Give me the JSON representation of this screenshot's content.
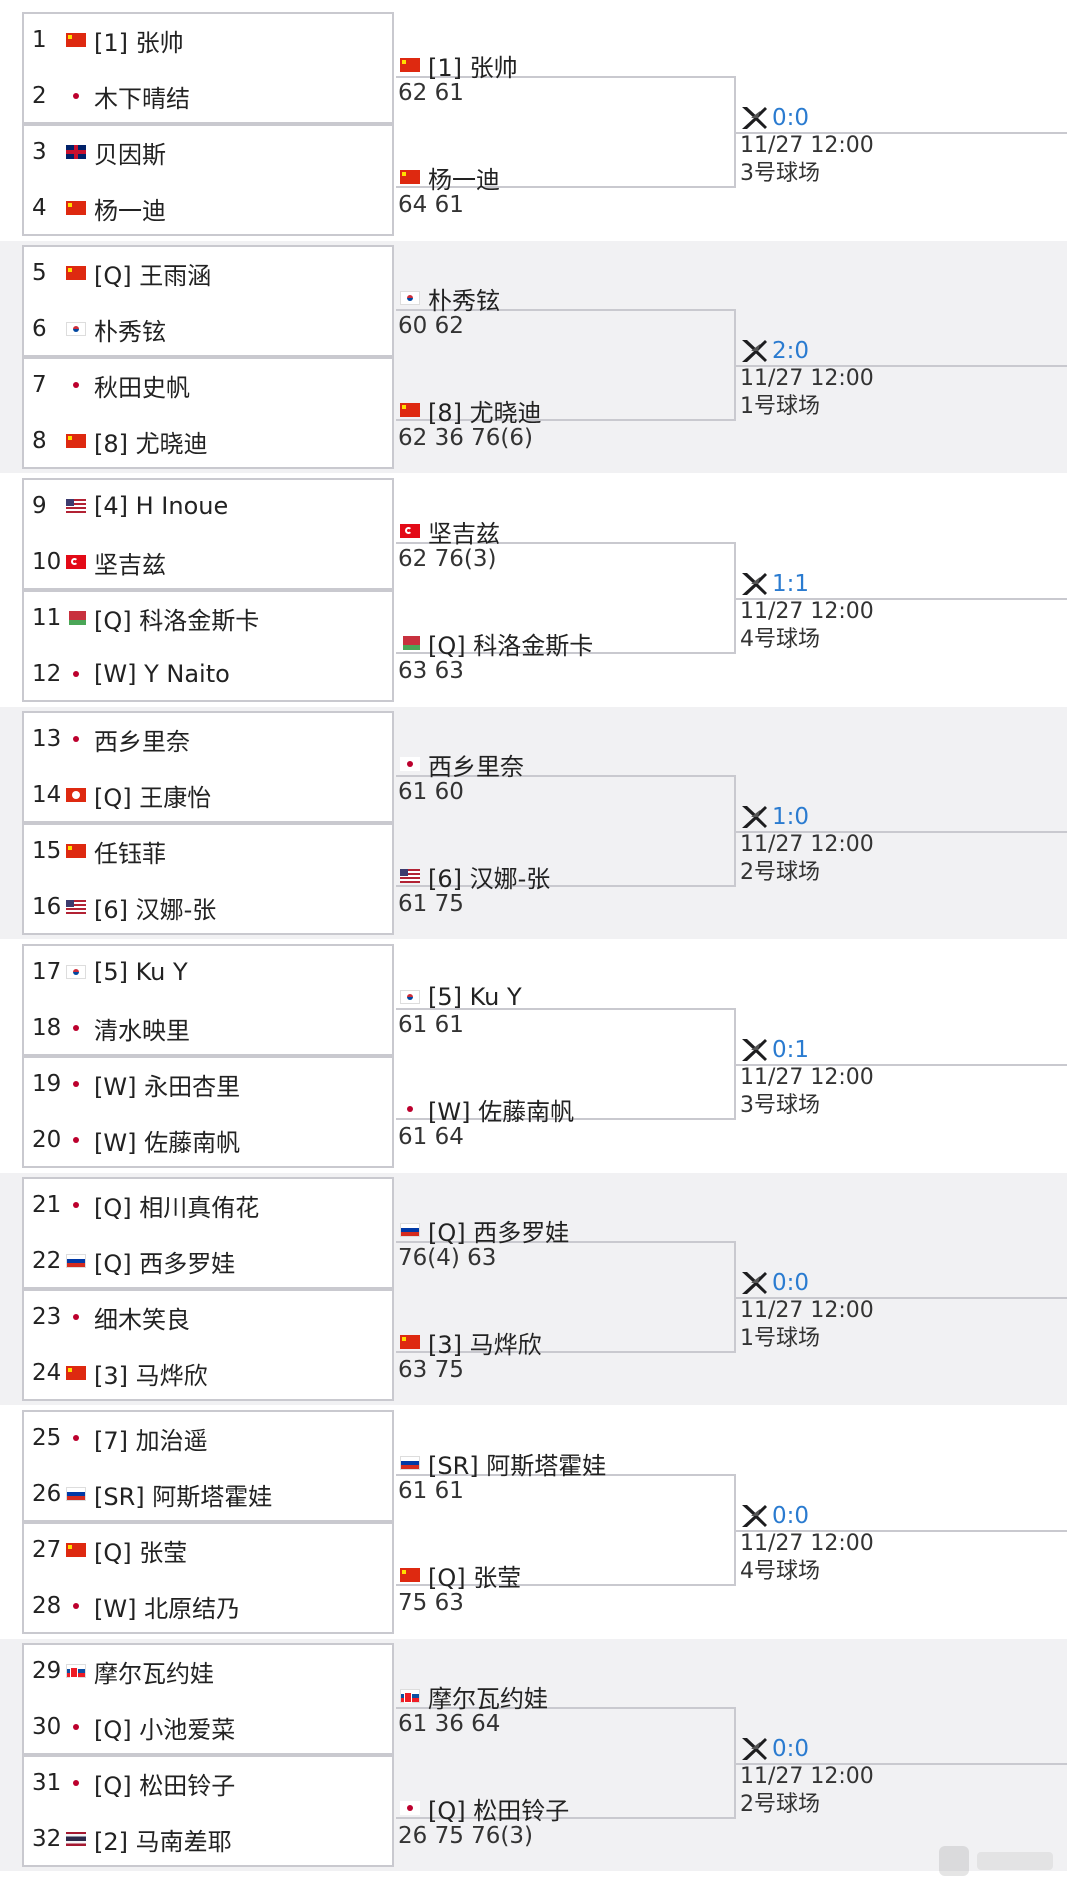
{
  "colors": {
    "line": "#c9c9cf",
    "h2h": "#2a7bd0",
    "alt_bg": "#f1f1f3"
  },
  "sections": [
    {
      "players": [
        {
          "num": "1",
          "flag": "cn",
          "name": "[1] 张帅"
        },
        {
          "num": "2",
          "flag": "jp",
          "name": "木下晴结"
        },
        {
          "num": "3",
          "flag": "gb",
          "name": "贝因斯"
        },
        {
          "num": "4",
          "flag": "cn",
          "name": "杨一迪"
        }
      ],
      "winners": [
        {
          "flag": "cn",
          "name": "[1] 张帅",
          "score": "62 61"
        },
        {
          "flag": "cn",
          "name": "杨一迪",
          "score": "64 61"
        }
      ],
      "match": {
        "h2h": "0:0",
        "time": "11/27 12:00",
        "court": "3号球场"
      }
    },
    {
      "players": [
        {
          "num": "5",
          "flag": "cn",
          "name": "[Q] 王雨涵"
        },
        {
          "num": "6",
          "flag": "kr",
          "name": "朴秀铉"
        },
        {
          "num": "7",
          "flag": "jp",
          "name": "秋田史帆"
        },
        {
          "num": "8",
          "flag": "cn",
          "name": "[8] 尤晓迪"
        }
      ],
      "winners": [
        {
          "flag": "kr",
          "name": "朴秀铉",
          "score": "60 62"
        },
        {
          "flag": "cn",
          "name": "[8] 尤晓迪",
          "score": "62 36 76(6)"
        }
      ],
      "match": {
        "h2h": "2:0",
        "time": "11/27 12:00",
        "court": "1号球场"
      }
    },
    {
      "players": [
        {
          "num": "9",
          "flag": "us",
          "name": "[4] H Inoue"
        },
        {
          "num": "10",
          "flag": "tr",
          "name": "坚吉兹"
        },
        {
          "num": "11",
          "flag": "by",
          "name": "[Q] 科洛金斯卡"
        },
        {
          "num": "12",
          "flag": "jp",
          "name": "[W] Y Naito"
        }
      ],
      "winners": [
        {
          "flag": "tr",
          "name": "坚吉兹",
          "score": "62 76(3)"
        },
        {
          "flag": "by",
          "name": "[Q] 科洛金斯卡",
          "score": "63 63"
        }
      ],
      "match": {
        "h2h": "1:1",
        "time": "11/27 12:00",
        "court": "4号球场"
      }
    },
    {
      "players": [
        {
          "num": "13",
          "flag": "jp",
          "name": "西乡里奈"
        },
        {
          "num": "14",
          "flag": "hk",
          "name": "[Q] 王康怡"
        },
        {
          "num": "15",
          "flag": "cn",
          "name": "任钰菲"
        },
        {
          "num": "16",
          "flag": "us",
          "name": "[6] 汉娜-张"
        }
      ],
      "winners": [
        {
          "flag": "jp",
          "name": "西乡里奈",
          "score": "61 60"
        },
        {
          "flag": "us",
          "name": "[6] 汉娜-张",
          "score": "61 75"
        }
      ],
      "match": {
        "h2h": "1:0",
        "time": "11/27 12:00",
        "court": "2号球场"
      }
    },
    {
      "players": [
        {
          "num": "17",
          "flag": "kr",
          "name": "[5] Ku Y"
        },
        {
          "num": "18",
          "flag": "jp",
          "name": "清水映里"
        },
        {
          "num": "19",
          "flag": "jp",
          "name": "[W] 永田杏里"
        },
        {
          "num": "20",
          "flag": "jp",
          "name": "[W] 佐藤南帆"
        }
      ],
      "winners": [
        {
          "flag": "kr",
          "name": "[5] Ku Y",
          "score": "61 61"
        },
        {
          "flag": "jp",
          "name": "[W] 佐藤南帆",
          "score": "61 64"
        }
      ],
      "match": {
        "h2h": "0:1",
        "time": "11/27 12:00",
        "court": "3号球场"
      }
    },
    {
      "players": [
        {
          "num": "21",
          "flag": "jp",
          "name": "[Q] 相川真侑花"
        },
        {
          "num": "22",
          "flag": "ru",
          "name": "[Q] 西多罗娃"
        },
        {
          "num": "23",
          "flag": "jp",
          "name": "细木笑良"
        },
        {
          "num": "24",
          "flag": "cn",
          "name": "[3] 马烨欣"
        }
      ],
      "winners": [
        {
          "flag": "ru",
          "name": "[Q] 西多罗娃",
          "score": "76(4) 63"
        },
        {
          "flag": "cn",
          "name": "[3] 马烨欣",
          "score": "63 75"
        }
      ],
      "match": {
        "h2h": "0:0",
        "time": "11/27 12:00",
        "court": "1号球场"
      }
    },
    {
      "players": [
        {
          "num": "25",
          "flag": "jp",
          "name": "[7] 加治遥"
        },
        {
          "num": "26",
          "flag": "ru",
          "name": "[SR] 阿斯塔霍娃"
        },
        {
          "num": "27",
          "flag": "cn",
          "name": "[Q] 张莹"
        },
        {
          "num": "28",
          "flag": "jp",
          "name": "[W] 北原结乃"
        }
      ],
      "winners": [
        {
          "flag": "ru",
          "name": "[SR] 阿斯塔霍娃",
          "score": "61 61"
        },
        {
          "flag": "cn",
          "name": "[Q] 张莹",
          "score": "75 63"
        }
      ],
      "match": {
        "h2h": "0:0",
        "time": "11/27 12:00",
        "court": "4号球场"
      }
    },
    {
      "players": [
        {
          "num": "29",
          "flag": "sk",
          "name": "摩尔瓦约娃"
        },
        {
          "num": "30",
          "flag": "jp",
          "name": "[Q] 小池爱菜"
        },
        {
          "num": "31",
          "flag": "jp",
          "name": "[Q] 松田铃子"
        },
        {
          "num": "32",
          "flag": "th",
          "name": "[2] 马南差耶"
        }
      ],
      "winners": [
        {
          "flag": "sk",
          "name": "摩尔瓦约娃",
          "score": "61 36 64"
        },
        {
          "flag": "jp",
          "name": "[Q] 松田铃子",
          "score": "26 75 76(3)"
        }
      ],
      "match": {
        "h2h": "0:0",
        "time": "11/27 12:00",
        "court": "2号球场"
      }
    }
  ]
}
